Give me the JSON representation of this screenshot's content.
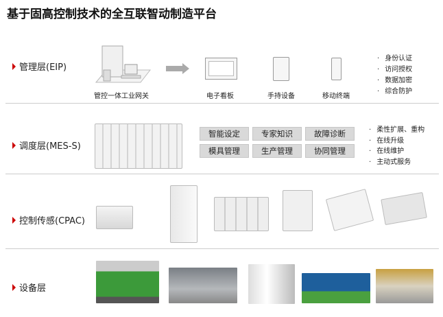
{
  "title": "基于固高控制技术的全互联智动制造平台",
  "layers": [
    {
      "label": "管理层(EIP)"
    },
    {
      "label": "调度层(MES-S)"
    },
    {
      "label": "控制传感(CPAC)"
    },
    {
      "label": "设备层"
    }
  ],
  "management": {
    "gateway_caption": "管控一体工业网关",
    "devices": [
      "电子看板",
      "手持设备",
      "移动终端"
    ],
    "features": [
      "身份认证",
      "访问授权",
      "数据加密",
      "综合防护"
    ]
  },
  "scheduling": {
    "modules": [
      "智能设定",
      "专家知识",
      "故障诊断",
      "模具管理",
      "生产管理",
      "协同管理"
    ],
    "features": [
      "柔性扩展、重构",
      "在线升级",
      "在线维护",
      "主动式服务"
    ]
  },
  "colors": {
    "accent": "#cc0000",
    "tag_bg": "#d9d9d9"
  }
}
